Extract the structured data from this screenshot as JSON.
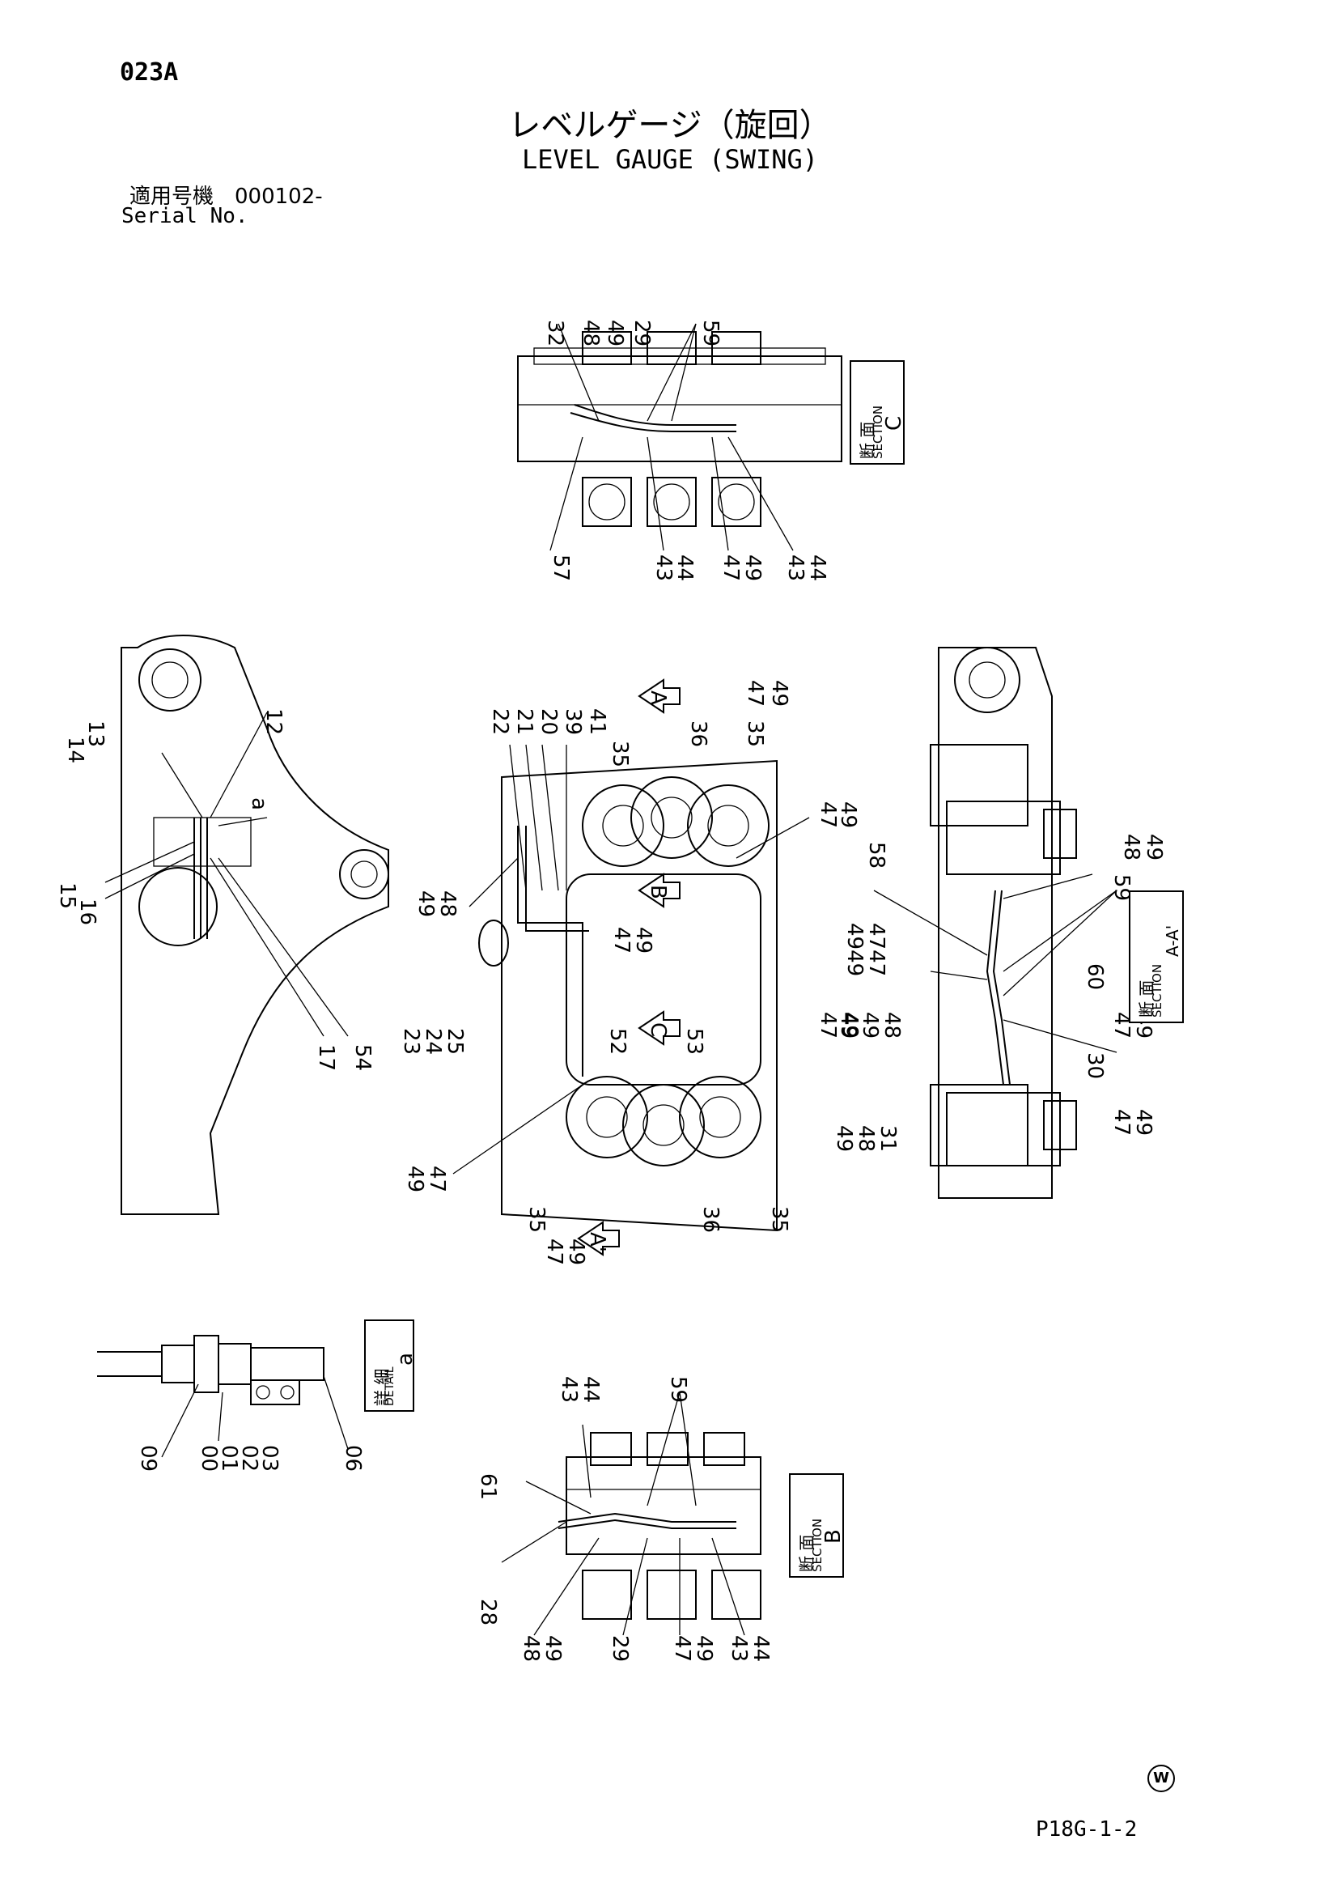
{
  "header": {
    "page_id": "023A",
    "title_jp": "レベルゲージ（旋回）",
    "title_en": "LEVEL GAUGE (SWING)",
    "serial_jp": "適用号機　000102-",
    "serial_en": "Serial No."
  },
  "footer": {
    "page_number": "P18G-1-2",
    "mark": "W"
  },
  "section_labels": {
    "c": {
      "jp": "断 面",
      "en": "SECTION",
      "letter": "C"
    },
    "aa": {
      "jp": "断 面",
      "en": "SECTION",
      "letter": "A-A'"
    },
    "b": {
      "jp": "断 面",
      "en": "SECTION",
      "letter": "B"
    },
    "detail_a": {
      "jp": "詳 細",
      "en": "DETAIL",
      "letter": "a"
    }
  },
  "view_arrows": {
    "a_top": "A",
    "a_bottom": "A'",
    "b": "B",
    "c": "C"
  },
  "callouts": {
    "section_c": [
      "32",
      "48",
      "49",
      "29",
      "59",
      "57",
      "43",
      "44",
      "47",
      "49",
      "43",
      "44"
    ],
    "left_view": [
      "14",
      "13",
      "12",
      "a",
      "15",
      "16",
      "17",
      "54"
    ],
    "center_view": [
      "22",
      "21",
      "20",
      "39",
      "41",
      "35",
      "36",
      "47",
      "49",
      "35",
      "47",
      "49",
      "49",
      "48",
      "47",
      "49",
      "23",
      "24",
      "25",
      "52",
      "53",
      "47",
      "49",
      "49",
      "47",
      "35",
      "47",
      "49",
      "36",
      "35"
    ],
    "section_aa": [
      "58",
      "48",
      "49",
      "59",
      "4949",
      "4747",
      "60",
      "47",
      "49",
      "49",
      "49",
      "48",
      "30",
      "49",
      "48",
      "31",
      "47",
      "49"
    ],
    "detail_a": [
      "09",
      "00",
      "01",
      "02",
      "03",
      "06"
    ],
    "section_b": [
      "43",
      "44",
      "59",
      "61",
      "28",
      "48",
      "49",
      "29",
      "47",
      "49",
      "43",
      "44"
    ]
  }
}
